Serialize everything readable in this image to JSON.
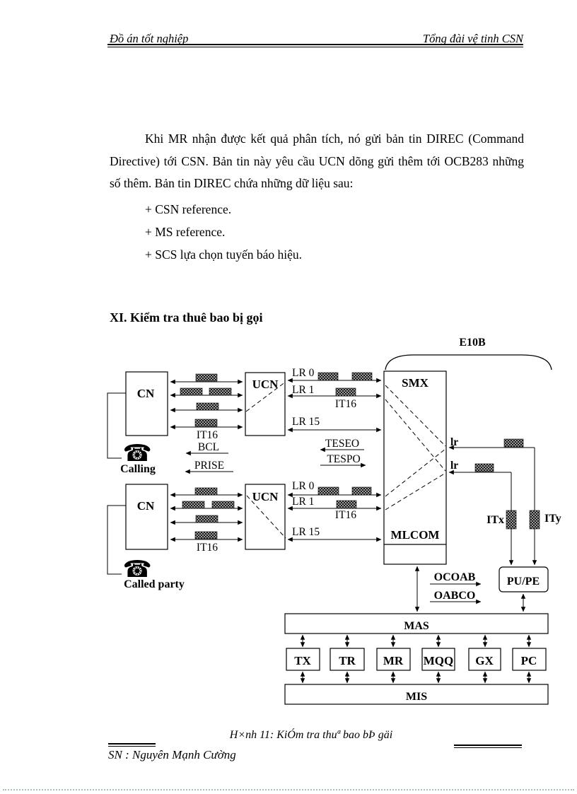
{
  "header": {
    "left": "Đồ án tốt nghiệp",
    "right": "Tổng đài vệ tinh CSN"
  },
  "body": {
    "paragraph": "Khi MR nhận được kết quả phân tích, nó gửi bản tin DIREC (Command Directive)  tới CSN. Bản tin này yêu cầu UCN dõng gửi thêm tới OCB283 những số thêm. Bản tin DIREC chứa những dữ liệu  sau:",
    "bullets": [
      "+ CSN reference.",
      "+ MS reference.",
      "+ SCS lựa  chọn tuyến  báo hiệu."
    ],
    "heading": "XI. Kiểm tra thuê bao bị gọi"
  },
  "diagram": {
    "e10b_label": "E10B",
    "boxes": {
      "cn": "CN",
      "ucn": "UCN",
      "smx": "SMX",
      "mlcom": "MLCOM",
      "pupe": "PU/PE",
      "mas": "MAS",
      "mis": "MIS"
    },
    "units": [
      "TX",
      "TR",
      "MR",
      "MQQ",
      "GX",
      "PC"
    ],
    "labels": {
      "lr0": "LR 0",
      "lr1": "LR 1",
      "lr15": "LR 15",
      "it16": "IT16",
      "bcl": "BCL",
      "prise": "PRISE",
      "teseo": "TESEO",
      "tespo": "TESPO",
      "lr": "lr",
      "itx": "ITx",
      "ity": "ITy",
      "ocoab": "OCOAB",
      "oabco": "OABCO",
      "calling": "Calling",
      "called_party": "Called party"
    },
    "icons": {
      "phone": "☎"
    }
  },
  "caption": "H×nh 11: KiÓm tra thuª bao bÞ gäi",
  "footer": {
    "author": "SN : Nguyên Mạnh Cường"
  }
}
